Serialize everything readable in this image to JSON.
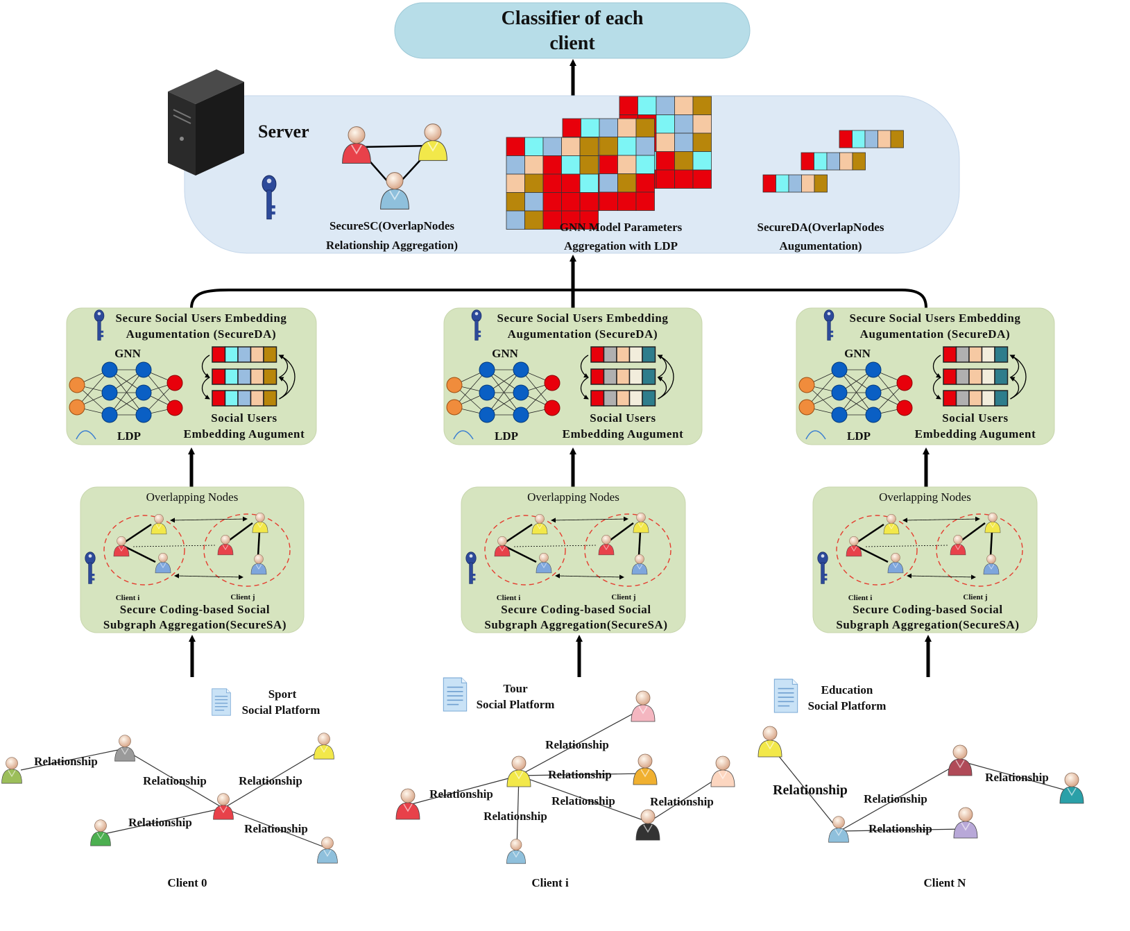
{
  "top": {
    "title_line1": "Classifier of each",
    "title_line2": "client"
  },
  "server": {
    "label": "Server",
    "securesc_line1": "SecureSC(OverlapNodes",
    "securesc_line2": "Relationship Aggregation)",
    "gnn_line1": "GNN Model Parameters",
    "gnn_line2": "Aggregation with LDP",
    "secureda_line1": "SecureDA(OverlapNodes",
    "secureda_line2": "Augumentation)"
  },
  "embedding_box": {
    "title_line1": "Secure Social Users Embedding",
    "title_line2": "Augumentation (SecureDA)",
    "gnn": "GNN",
    "ldp": "LDP",
    "aug_line1": "Social Users",
    "aug_line2": "Embedding Augument"
  },
  "subgraph_box": {
    "heading": "Overlapping Nodes",
    "client_i": "Client i",
    "client_j": "Client j",
    "title_line1": "Secure Coding-based Social",
    "title_line2": "Subgraph Aggregation(SecureSA)"
  },
  "platforms": [
    {
      "line1": "Sport",
      "line2": "Social Platform"
    },
    {
      "line1": "Tour",
      "line2": "Social Platform"
    },
    {
      "line1": "Education",
      "line2": "Social Platform"
    }
  ],
  "relationship": "Relationship",
  "clients": [
    "Client 0",
    "Client i",
    "Client N"
  ],
  "colors": {
    "top_box": "#b7dde8",
    "server_box": "#dde9f5",
    "panel": "#d6e4bf",
    "red": "#e8000b",
    "cyan": "#7df5f5",
    "blue_light": "#99bde0",
    "peach": "#f6c9a3",
    "gold": "#b8860b",
    "gray": "#b0b0b0",
    "teal": "#2e7d8c",
    "node_blue": "#0a5fc4",
    "node_orange": "#f08c3c",
    "node_red": "#e8000b"
  }
}
